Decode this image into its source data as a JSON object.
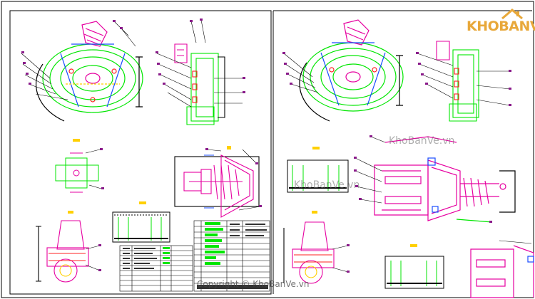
{
  "watermarks": {
    "logo": "KHOBANVE",
    "site_1": "KhoBanVe.vn",
    "site_2": "KhoBanVe.vn",
    "copyright": "Copyright © KhoBanVe.vn"
  },
  "colors": {
    "frame": "#000000",
    "green": "#00e600",
    "magenta": "#e600a0",
    "blue": "#1a4dff",
    "red": "#ff2020",
    "yellow": "#ffd000",
    "dark": "#333333",
    "logo": "#e8a83a"
  },
  "icons": [
    "logo-house-icon"
  ]
}
